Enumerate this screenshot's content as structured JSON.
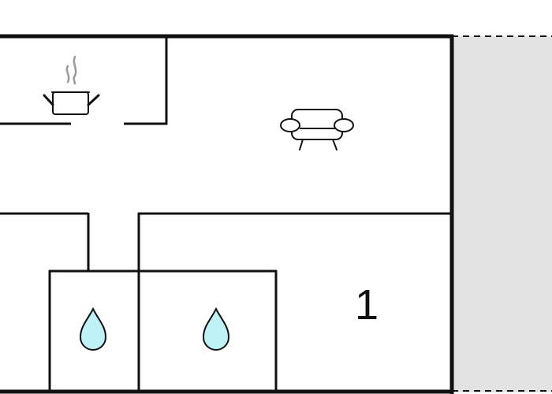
{
  "floorplan": {
    "rooms": [
      {
        "id": "kitchen",
        "icon": "cooking-pot-icon"
      },
      {
        "id": "living-room",
        "icon": "sofa-icon"
      },
      {
        "id": "bathroom-left",
        "icon": "water-drop-icon"
      },
      {
        "id": "bathroom-right",
        "icon": "water-drop-icon"
      },
      {
        "id": "bedroom",
        "label": "1"
      }
    ],
    "exterior": "terrace"
  },
  "colors": {
    "wall": "#111111",
    "water": "#bff2f6",
    "exterior": "#e3e3e3",
    "background": "#ffffff"
  }
}
